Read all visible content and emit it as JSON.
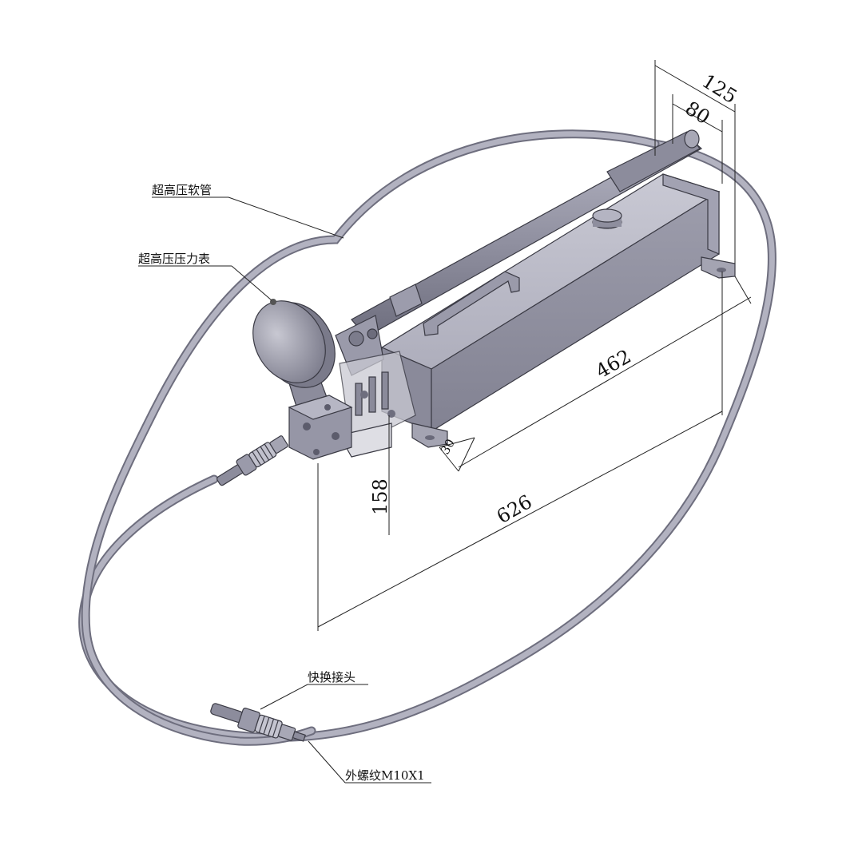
{
  "dimensions": {
    "width_125": "125",
    "width_80": "80",
    "length_462": "462",
    "length_626": "626",
    "offset_30": "30",
    "height_158": "158"
  },
  "callouts": {
    "hose": "超高压软管",
    "gauge": "超高压压力表",
    "coupler": "快换接头",
    "thread": "外螺纹M10X1"
  },
  "colors": {
    "metal_light": "#b8b8c6",
    "metal_mid": "#9a9aaa",
    "metal_dark": "#7a7a8a",
    "hose": "#a6a6b4",
    "line": "#222222"
  }
}
